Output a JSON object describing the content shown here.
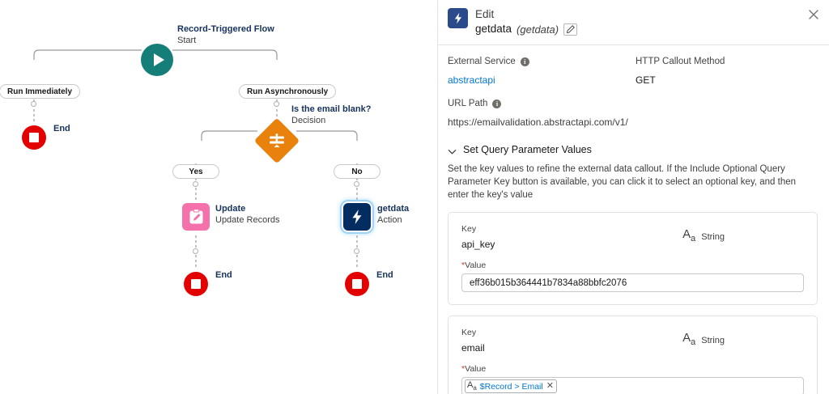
{
  "flow": {
    "start": {
      "title": "Record-Triggered Flow",
      "subtitle": "Start",
      "icon": "play-icon"
    },
    "branch_left_pill": "Run Immediately",
    "branch_right_pill": "Run Asynchronously",
    "end_left": "End",
    "decision": {
      "title": "Is the email blank?",
      "subtitle": "Decision",
      "icon": "decision-diamond-icon"
    },
    "decision_yes_pill": "Yes",
    "decision_no_pill": "No",
    "update_node": {
      "title": "Update",
      "subtitle": "Update Records",
      "icon": "update-records-icon"
    },
    "action_node": {
      "title": "getdata",
      "subtitle": "Action",
      "icon": "apex-action-icon"
    },
    "end_yes": "End",
    "end_no": "End",
    "colors": {
      "start": "#157e79",
      "decision": "#e8820c",
      "update": "#f471ac",
      "action": "#032d60",
      "end": "#e30000",
      "selection_ring": "#9fd4f7"
    }
  },
  "panel": {
    "header": {
      "icon": "apex-action-icon",
      "edit_label": "Edit",
      "name": "getdata",
      "api_name": "(getdata)",
      "pencil_icon": "pencil-edit-icon",
      "close_icon": "close-icon"
    },
    "fields": {
      "external_service_label": "External Service",
      "external_service_value": "abstractapi",
      "http_method_label": "HTTP Callout Method",
      "http_method_value": "GET",
      "url_path_label": "URL Path",
      "url_path_value": "https://emailvalidation.abstractapi.com/v1/",
      "info_icon": "info-icon"
    },
    "section": {
      "chevron_icon": "chevron-down-icon",
      "title": "Set Query Parameter Values",
      "description": "Set the key values to refine the external data callout. If the Include Optional Query Parameter Key button is available, you can click it to select an optional key, and then enter the key's value"
    },
    "parameters": [
      {
        "key_label": "Key",
        "key": "api_key",
        "type_icon": "text-type-icon",
        "type": "String",
        "value_label": "Value",
        "required": true,
        "value": "eff36b015b364441b7834a88bbfc2076",
        "value_kind": "text"
      },
      {
        "key_label": "Key",
        "key": "email",
        "type_icon": "text-type-icon",
        "type": "String",
        "value_label": "Value",
        "required": true,
        "value": "$Record > Email",
        "value_kind": "chip",
        "chip_remove_icon": "remove-chip-icon"
      }
    ]
  }
}
